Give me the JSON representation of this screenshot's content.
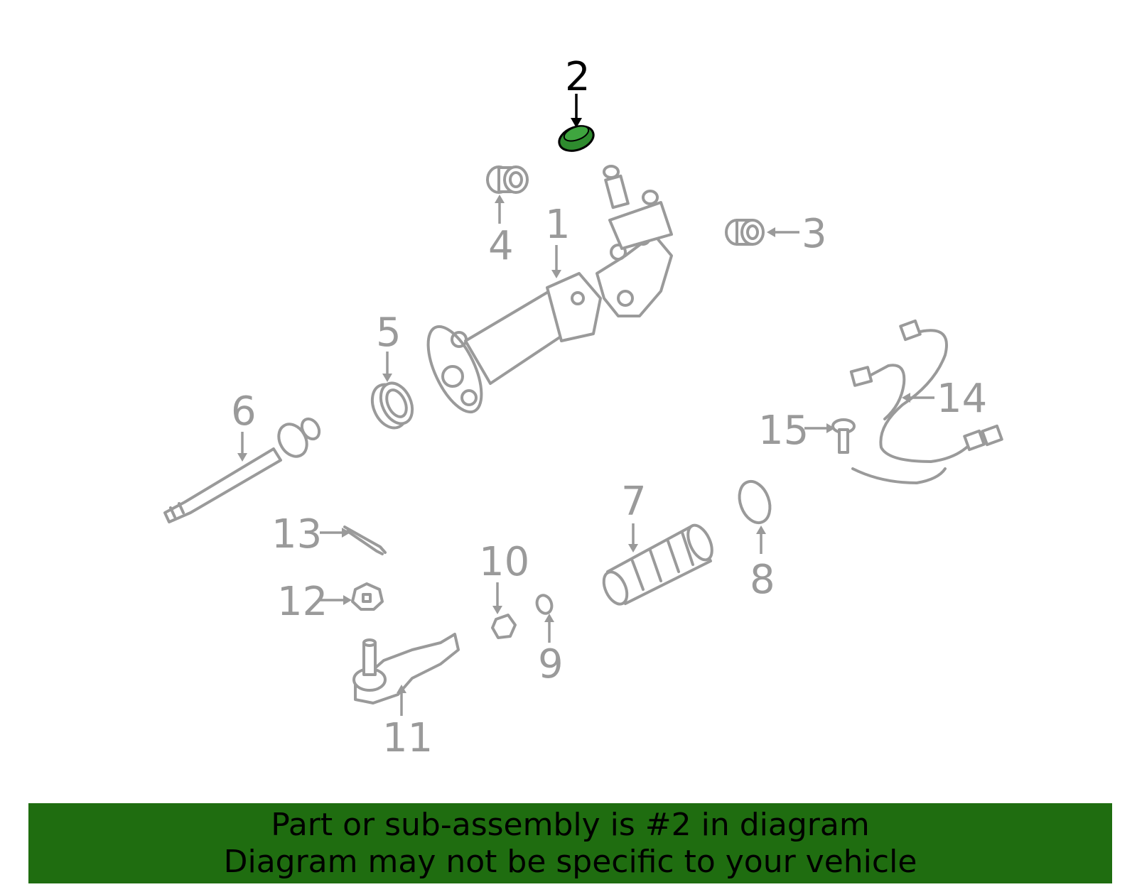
{
  "callouts": [
    {
      "id": "1",
      "label": "1"
    },
    {
      "id": "2",
      "label": "2"
    },
    {
      "id": "3",
      "label": "3"
    },
    {
      "id": "4",
      "label": "4"
    },
    {
      "id": "5",
      "label": "5"
    },
    {
      "id": "6",
      "label": "6"
    },
    {
      "id": "7",
      "label": "7"
    },
    {
      "id": "8",
      "label": "8"
    },
    {
      "id": "9",
      "label": "9"
    },
    {
      "id": "10",
      "label": "10"
    },
    {
      "id": "11",
      "label": "11"
    },
    {
      "id": "12",
      "label": "12"
    },
    {
      "id": "13",
      "label": "13"
    },
    {
      "id": "14",
      "label": "14"
    },
    {
      "id": "15",
      "label": "15"
    }
  ],
  "highlighted_part": "2",
  "colors": {
    "highlight": "#2e8b2e",
    "banner_bg": "#1f6d10",
    "parts_gray": "#9a9a9a"
  },
  "banner": {
    "line1": "Part or sub-assembly is #2 in diagram",
    "line2": "Diagram may not be specific to your vehicle"
  }
}
